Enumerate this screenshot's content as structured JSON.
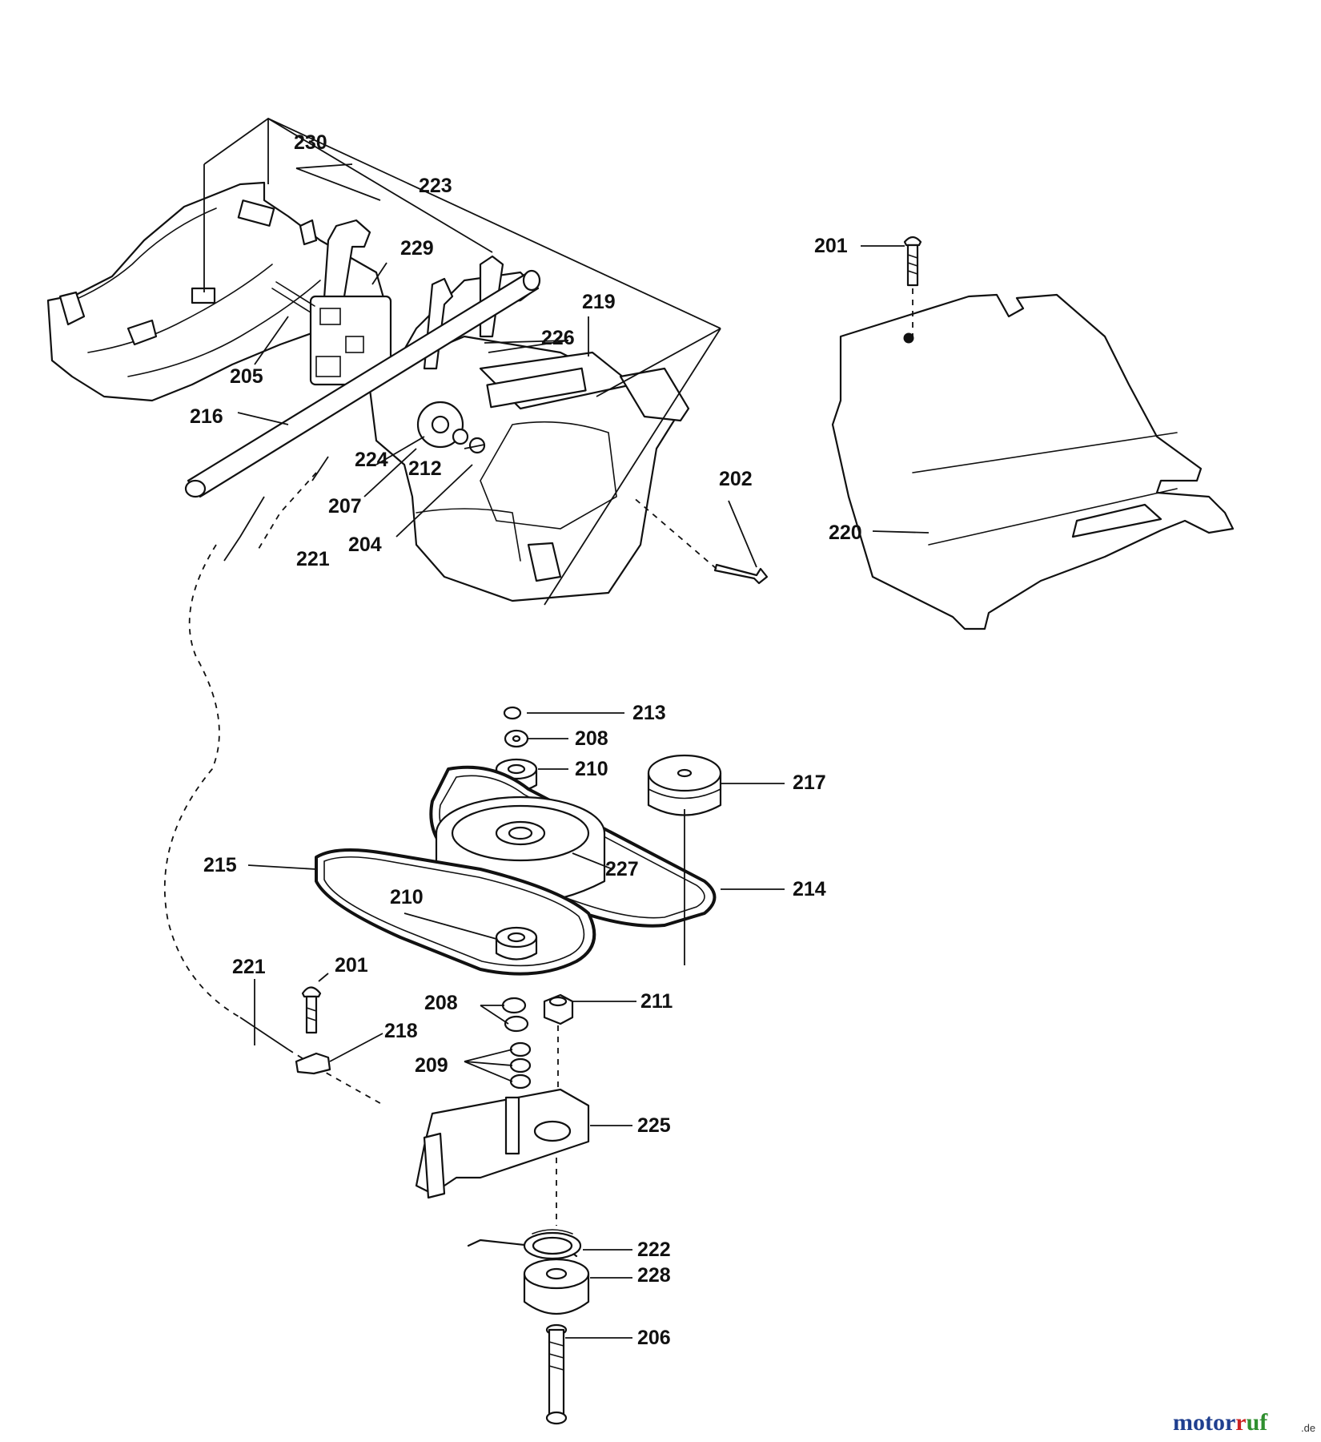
{
  "labels": {
    "l201a": "201",
    "l201b": "201",
    "l202": "202",
    "l204": "204",
    "l205": "205",
    "l206": "206",
    "l207": "207",
    "l208a": "208",
    "l208b": "208",
    "l209": "209",
    "l210a": "210",
    "l210b": "210",
    "l211": "211",
    "l212": "212",
    "l213": "213",
    "l214": "214",
    "l215": "215",
    "l216": "216",
    "l217": "217",
    "l218": "218",
    "l219": "219",
    "l220": "220",
    "l221a": "221",
    "l221b": "221",
    "l222": "222",
    "l223": "223",
    "l224": "224",
    "l225": "225",
    "l226": "226",
    "l227": "227",
    "l228": "228",
    "l229": "229",
    "l230": "230"
  },
  "watermark": {
    "brand_a": "motor",
    "brand_b": "uf",
    "brand_r": "r",
    "tld": ".de",
    "colors": {
      "blue": "#1f3f8f",
      "green": "#2f8f2f",
      "red": "#cc2222"
    }
  }
}
